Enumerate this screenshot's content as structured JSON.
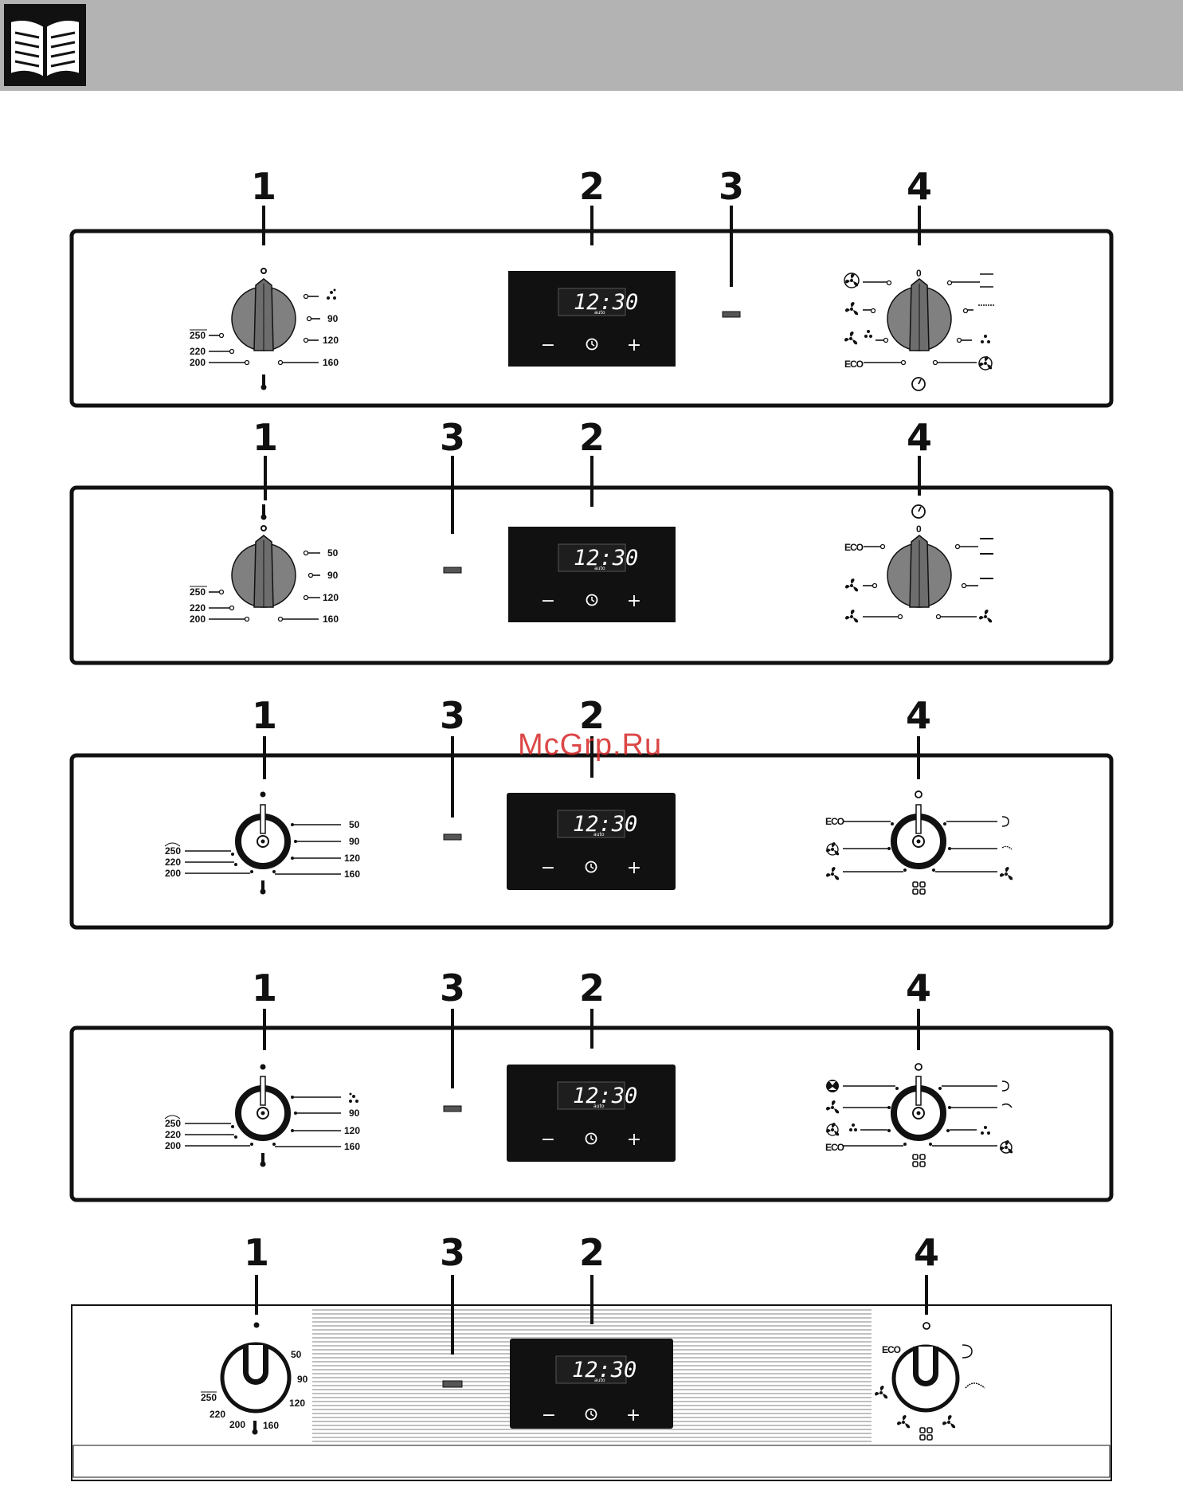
{
  "watermark": "McGrp.Ru",
  "callouts": {
    "n1": "1",
    "n2": "2",
    "n3": "3",
    "n4": "4"
  },
  "display": {
    "time": "12:30",
    "auto": "auto",
    "minus": "−",
    "plus": "+"
  },
  "temperature_scale": {
    "t50": "50",
    "t90": "90",
    "t120": "120",
    "t160": "160",
    "t200": "200",
    "t220": "220",
    "t250": "250"
  },
  "function_dial": {
    "zero": "0",
    "eco": "ECO"
  },
  "icons": {
    "header": "book-icon",
    "knob_top": "bulb-icon",
    "knob_bottom": "thermometer-icon",
    "defrost": "defrost-icon",
    "fan": "fan-icon",
    "timer": "timer-icon",
    "program": "program-grid-icon",
    "clock_button": "clock-icon"
  },
  "colors": {
    "header_bg": "#b3b3b3",
    "display_bg": "#111111",
    "knob_grey": "#808080",
    "watermark": "#d62828"
  }
}
